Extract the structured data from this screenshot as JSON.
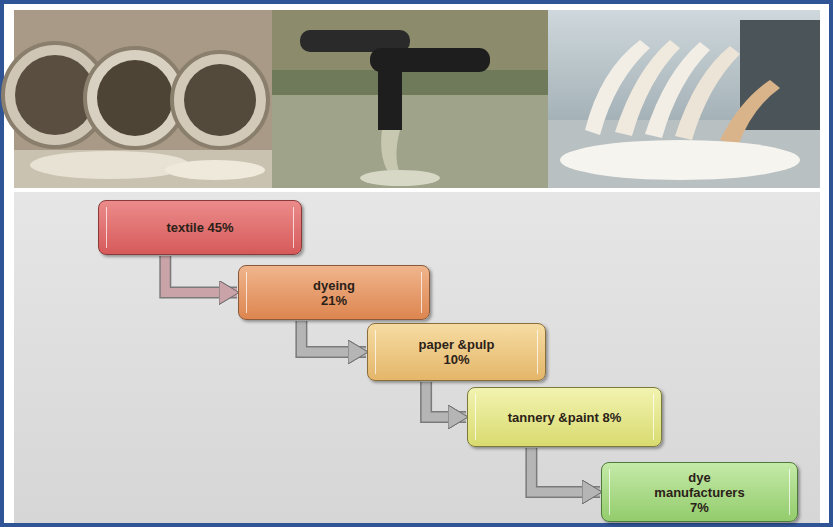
{
  "diagram": {
    "nodes": [
      {
        "text": [
          "textile 45%"
        ]
      },
      {
        "text": [
          "dyeing 21%"
        ]
      },
      {
        "text": [
          "paper &pulp 10%"
        ]
      },
      {
        "text": [
          "tannery &paint 8%"
        ]
      },
      {
        "text": [
          "dye manufacturers 7%"
        ]
      }
    ],
    "edges": [
      {
        "from": 0,
        "to": 1,
        "arrow": "to"
      },
      {
        "from": 1,
        "to": 2,
        "arrow": "to"
      },
      {
        "from": 2,
        "to": 3,
        "arrow": "to"
      },
      {
        "from": 3,
        "to": 4,
        "arrow": "to"
      }
    ]
  }
}
